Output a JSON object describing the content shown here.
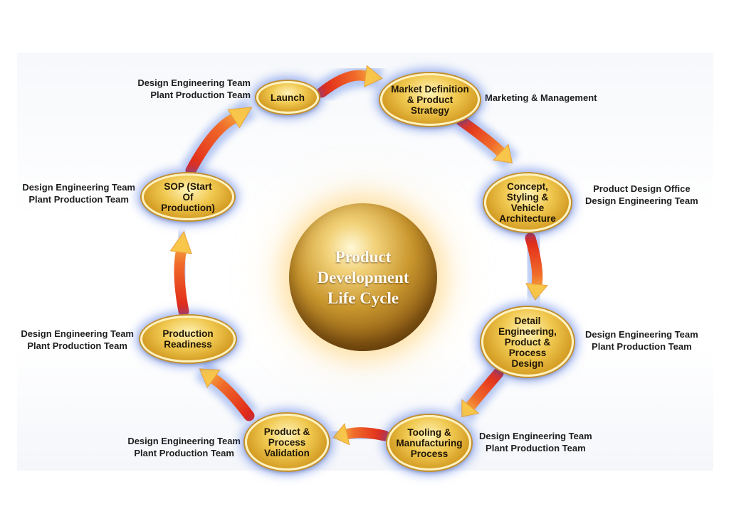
{
  "center": {
    "title": "Product\nDevelopment\nLife Cycle"
  },
  "stages": [
    {
      "label": "Launch",
      "teams": "Design Engineering Team\nPlant Production Team"
    },
    {
      "label": "Market Definition & Product Strategy",
      "teams": "Marketing & Management"
    },
    {
      "label": "Concept, Styling & Vehicle Architecture",
      "teams": "Product Design Office\nDesign Engineering Team"
    },
    {
      "label": "Detail Engineering, Product & Process Design",
      "teams": "Design Engineering Team\nPlant Production Team"
    },
    {
      "label": "Tooling & Manufacturing Process",
      "teams": "Design Engineering Team\nPlant Production Team"
    },
    {
      "label": "Product & Process Validation",
      "teams": "Design Engineering Team\nPlant Production Team"
    },
    {
      "label": "Production Readiness",
      "teams": "Design Engineering Team\nPlant Production Team"
    },
    {
      "label": "SOP (Start Of Production)",
      "teams": "Design Engineering Team\nPlant Production Team"
    }
  ],
  "colors": {
    "arrow_start": "#e02418",
    "arrow_end": "#f8c64a",
    "glow": "#5f86e6",
    "gold": "#e8b845"
  }
}
